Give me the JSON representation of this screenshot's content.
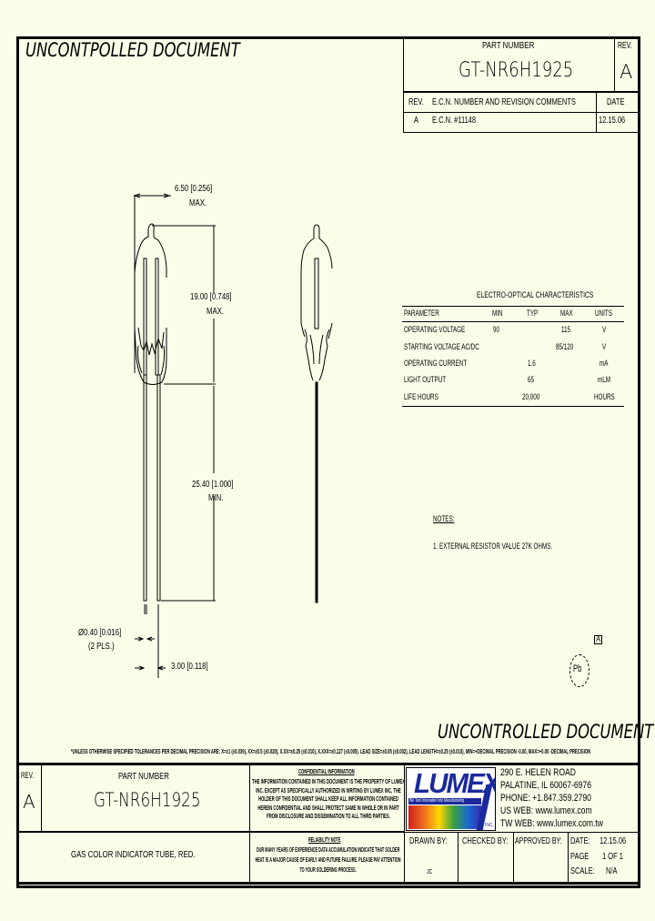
{
  "watermark_top": "UNCONTPOLLED DOCUMENT",
  "watermark_bottom": "UNCONTROLLED DOCUMENT",
  "header_block": {
    "part_number_label": "PART NUMBER",
    "part_number": "GT-NR6H1925",
    "rev_label": "REV.",
    "rev": "A",
    "revision_table": {
      "headers": [
        "REV.",
        "E.C.N. NUMBER AND REVISION COMMENTS",
        "DATE"
      ],
      "rows": [
        {
          "rev": "A",
          "comment": "E.C.N. #11148",
          "date": "12.15.06"
        }
      ]
    }
  },
  "drawing": {
    "dim_width": "6.50 [0.256]",
    "dim_width_note": "MAX.",
    "dim_body_length": "19.00 [0.748]",
    "dim_body_note": "MAX.",
    "dim_lead_length": "25.40 [1.000]",
    "dim_lead_note": "MIN.",
    "dim_lead_dia": "Ø0.40 [0.016]",
    "dim_lead_dia_note": "(2 PLS.)",
    "dim_lead_spacing": "3.00 [0.118]"
  },
  "electro_optical": {
    "title": "ELECTRO-OPTICAL CHARACTERISTICS",
    "headers": [
      "PARAMETER",
      "MIN",
      "TYP",
      "MAX",
      "UNITS"
    ],
    "rows": [
      [
        "OPERATING VOLTAGE",
        "90",
        "",
        "115",
        "V"
      ],
      [
        "STARTING VOLTAGE AC/DC",
        "",
        "",
        "85/120",
        "V"
      ],
      [
        "OPERATING CURRENT",
        "",
        "1.6",
        "",
        "mA"
      ],
      [
        "LIGHT OUTPUT",
        "",
        "65",
        "",
        "mLM"
      ],
      [
        "LIFE HOURS",
        "",
        "20,000",
        "",
        "HOURS"
      ]
    ]
  },
  "notes": {
    "title": "NOTES:",
    "items": [
      "1. EXTERNAL RESISTOR VALUE 27K OHMS."
    ]
  },
  "compliance": {
    "small_mark": "A",
    "pb_free_symbol": "Pb"
  },
  "tolerance_note": "*UNLESS OTHERWISE SPECIFIED TOLERANCES PER DECIMAL PRECISION ARE: X=±1 (±0.039), XX=±0.5 (±0.020), X.XX=±0.25 (±0.010), X.XXX=±0.127 (±0.005). LEAD SIZE=±0.05 (±0.002), LEAD LENGTH=±0.25 (±0.010), MIN=+DECIMAL PRECISION -0.00, MAX=+0.00 -DECIMAL PRECISION",
  "title_block": {
    "rev_label": "REV.",
    "rev": "A",
    "part_number_label": "PART NUMBER",
    "part_number": "GT-NR6H1925",
    "description": "GAS COLOR INDICATOR TUBE, RED.",
    "confidential": {
      "title": "CONFIDENTIAL INFORMATION",
      "text": "THE INFORMATION CONTAINED IN THIS DOCUMENT IS THE PROPERTY OF LUMEX INC. EXCEPT AS SPECIFICALLY AUTHORIZED IN WRITING BY LUMEX INC, THE HOLDER OF THIS DOCUMENT SHALL KEEP ALL INFORMATION CONTAINED HEREIN CONFIDENTIAL AND SHALL PROTECT SAME IN WHOLE OR IN PART FROM DISCLOSURE AND DISSEMINATION TO ALL THIRD PARTIES."
    },
    "reliability": {
      "title": "RELIABILITY NOTE",
      "text": "OUR MANY YEARS OF EXPERIENCE DATA ACCUMULATION INDICATE THAT SOLDER HEAT IS A MAJOR CAUSE OF EARLY AND FUTURE FAILURE. PLEASE PAY ATTENTION TO YOUR SOLDERING PROCESS."
    },
    "logo": {
      "name": "LUMEX",
      "tagline": "We Turn Innovation Into Manufacturing",
      "suffix": "INC."
    },
    "address": [
      "290 E. HELEN ROAD",
      "PALATINE, IL 60067-6976",
      "PHONE: +1.847.359.2790",
      "US WEB: www.lumex.com",
      "TW WEB: www.lumex.com.tw"
    ],
    "drawn_by_label": "DRAWN BY:",
    "drawn_by": "JC",
    "checked_by_label": "CHECKED BY:",
    "approved_by_label": "APPROVED BY:",
    "date_label": "DATE:",
    "date": "12.15.06",
    "page_label": "PAGE",
    "page": "1 OF 1",
    "scale_label": "SCALE:",
    "scale": "N/A"
  },
  "colors": {
    "background": "#fcfde9",
    "ink": "#000000",
    "logo_blue": "#1a2a9c"
  }
}
